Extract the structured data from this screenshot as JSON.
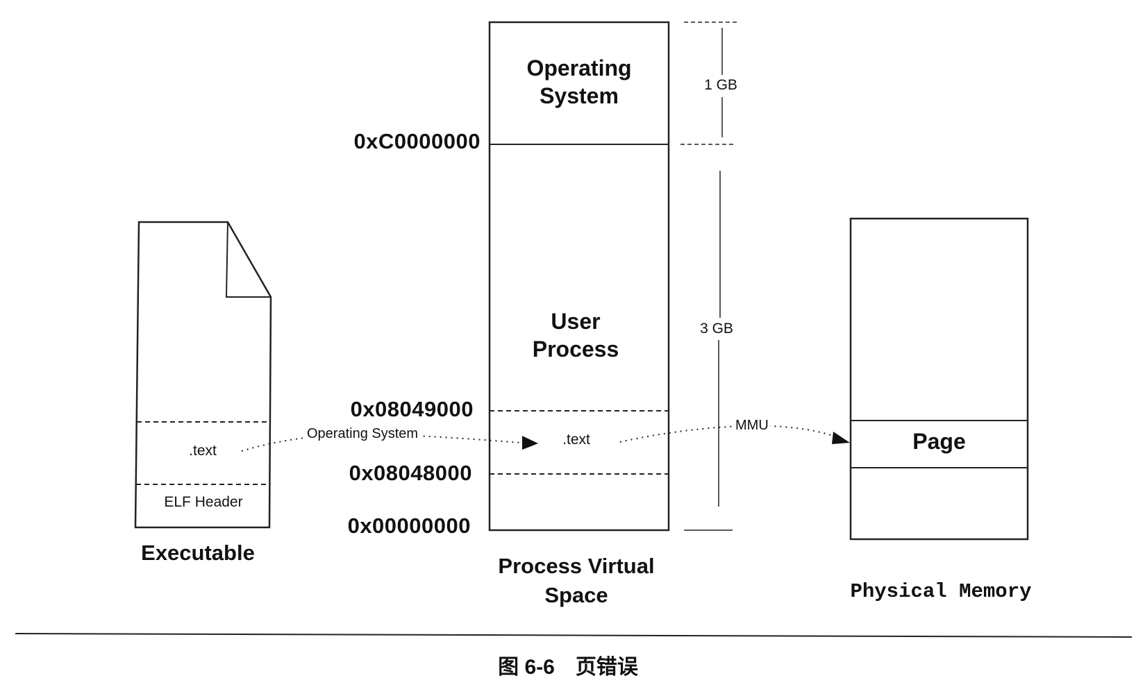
{
  "executable": {
    "text_section": ".text",
    "elf_header": "ELF Header",
    "caption": "Executable"
  },
  "virtual_space": {
    "os_region": [
      "Operating",
      "System"
    ],
    "user_region": [
      "User",
      "Process"
    ],
    "text_section": ".text",
    "caption": [
      "Process Virtual",
      "Space"
    ],
    "addresses": {
      "kernel_base": "0xC0000000",
      "text_end": "0x08049000",
      "text_start": "0x08048000",
      "zero": "0x00000000"
    },
    "size_os": "1 GB",
    "size_user": "3 GB"
  },
  "arrows": {
    "load_label": "Operating System",
    "map_label": "MMU"
  },
  "physical": {
    "page_label": "Page",
    "caption": "Physical Memory"
  },
  "figure": {
    "caption": "图 6-6　页错误"
  }
}
